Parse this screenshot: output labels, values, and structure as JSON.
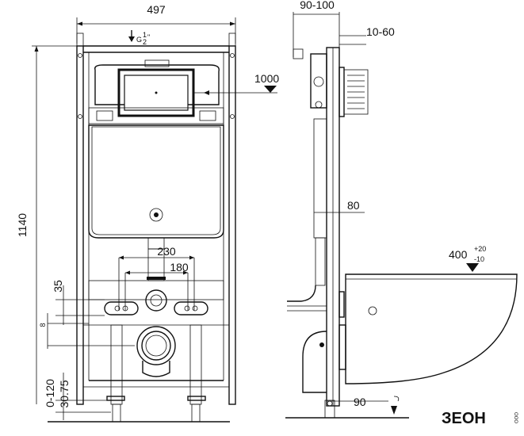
{
  "dimensions": {
    "frame_width": "497",
    "frame_height": "1140",
    "valve_height": "1000",
    "buttons_outer": "230",
    "buttons_inner": "180",
    "button_height": "35",
    "mount_marker": "8",
    "foot_adjust": "0-120",
    "foot_offset": "30.75",
    "frame_depth": "90-100",
    "wall_thickness": "10-60",
    "connection_height": "80",
    "bowl_depth": "90",
    "bowl_height": "400",
    "bowl_tol_plus": "+20",
    "bowl_tol_minus": "-10"
  },
  "inlet": {
    "label": "G",
    "fraction_num": "1",
    "fraction_den": "2",
    "suffix": "\""
  },
  "logo": {
    "text": "ЗЕОН",
    "tag": "ООО"
  }
}
